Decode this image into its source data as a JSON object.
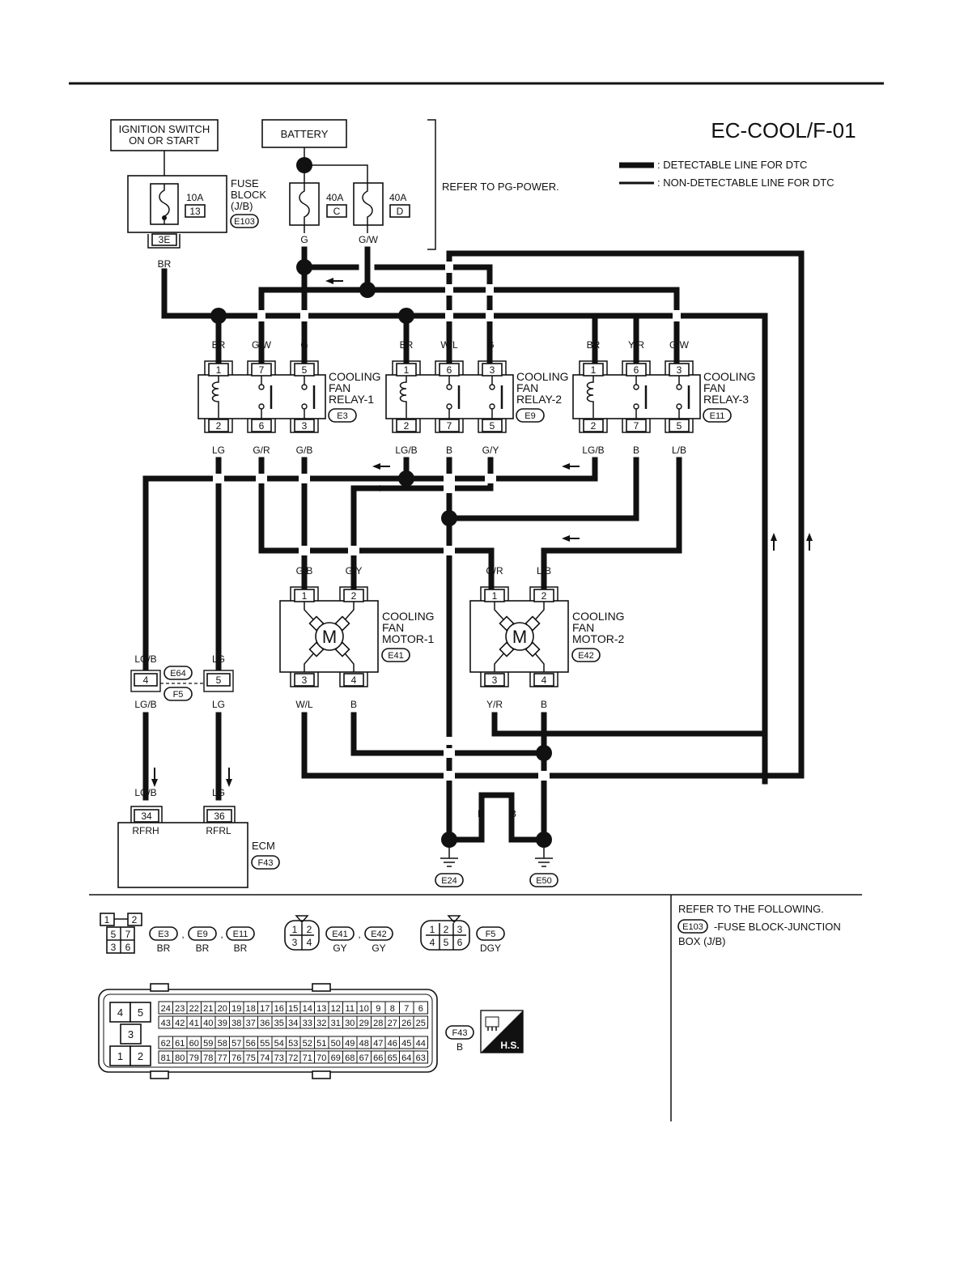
{
  "title": "EC-COOL/F-01",
  "legend": {
    "detectable": ": DETECTABLE LINE FOR DTC",
    "non_detectable": ": NON-DETECTABLE LINE FOR DTC"
  },
  "ignition": {
    "line1": "IGNITION SWITCH",
    "line2": "ON OR START"
  },
  "battery": {
    "label": "BATTERY"
  },
  "refer_pg": "REFER TO PG-POWER.",
  "fuse_block": {
    "l1": "FUSE",
    "l2": "BLOCK",
    "l3": "(J/B)",
    "conn": "E103",
    "amp": "10A",
    "num": "13",
    "term": "3E"
  },
  "fuse_c": {
    "amp": "40A",
    "id": "C"
  },
  "fuse_d": {
    "amp": "40A",
    "id": "D"
  },
  "wires": {
    "br": "BR",
    "g": "G",
    "gw": "G/W",
    "wl": "W/L",
    "yr": "Y/R",
    "lg": "LG",
    "gr": "G/R",
    "gb": "G/B",
    "lgb": "LG/B",
    "b": "B",
    "gy": "G/Y",
    "lb": "L/B"
  },
  "relay1": {
    "l1": "COOLING",
    "l2": "FAN",
    "l3": "RELAY-1",
    "conn": "E3",
    "t": [
      "1",
      "7",
      "5",
      "2",
      "6",
      "3"
    ]
  },
  "relay2": {
    "l1": "COOLING",
    "l2": "FAN",
    "l3": "RELAY-2",
    "conn": "E9",
    "t": [
      "1",
      "6",
      "3",
      "2",
      "7",
      "5"
    ]
  },
  "relay3": {
    "l1": "COOLING",
    "l2": "FAN",
    "l3": "RELAY-3",
    "conn": "E11",
    "t": [
      "1",
      "6",
      "3",
      "2",
      "7",
      "5"
    ]
  },
  "motor1": {
    "l1": "COOLING",
    "l2": "FAN",
    "l3": "MOTOR-1",
    "conn": "E41",
    "t": [
      "1",
      "2",
      "3",
      "4"
    ],
    "m": "M"
  },
  "motor2": {
    "l1": "COOLING",
    "l2": "FAN",
    "l3": "MOTOR-2",
    "conn": "E42",
    "t": [
      "1",
      "2",
      "3",
      "4"
    ],
    "m": "M"
  },
  "inline": {
    "conn1": "E64",
    "conn2": "F5",
    "t1": "4",
    "t2": "5"
  },
  "ecm": {
    "label": "ECM",
    "conn": "F43",
    "t1": "34",
    "t2": "36",
    "n1": "RFRH",
    "n2": "RFRL"
  },
  "grounds": {
    "g1": "E24",
    "g2": "E50"
  },
  "connectors": {
    "relay_face": [
      "1",
      "2",
      "5",
      "7",
      "3",
      "6"
    ],
    "relay_ids": [
      "E3",
      "E9",
      "E11"
    ],
    "relay_color": "BR",
    "sep": ",",
    "motor_face": [
      "1",
      "2",
      "3",
      "4"
    ],
    "motor_ids": [
      "E41",
      "E42"
    ],
    "motor_color": "GY",
    "f5_face": [
      "1",
      "2",
      "3",
      "4",
      "5",
      "6"
    ],
    "f5_id": "F5",
    "f5_color": "DGY",
    "ecm_id": "F43",
    "ecm_color": "B",
    "ecm_big": [
      "4",
      "5",
      "3",
      "1",
      "2"
    ],
    "hs": "H.S."
  },
  "refer_following": {
    "line1": "REFER TO THE FOLLOWING.",
    "conn": "E103",
    "line2": "-FUSE BLOCK-JUNCTION",
    "line3": "BOX (J/B)"
  }
}
